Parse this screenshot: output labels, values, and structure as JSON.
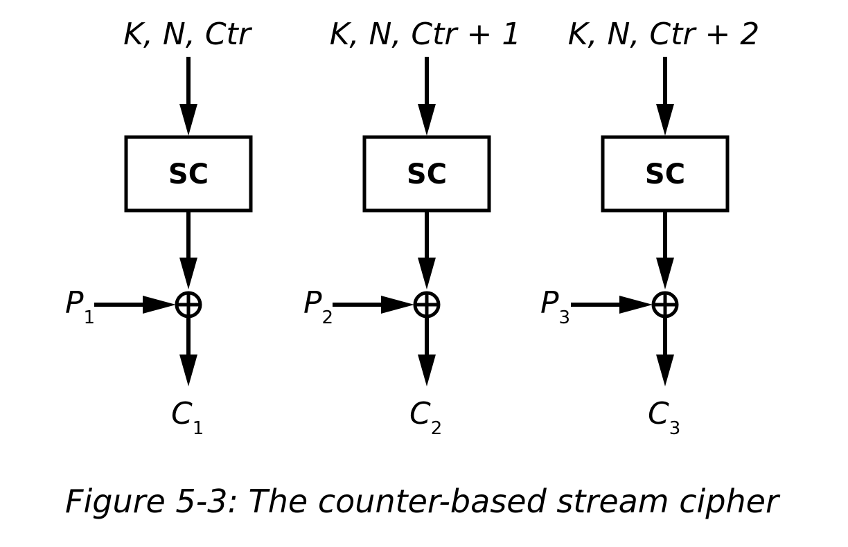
{
  "columns": [
    {
      "input_text": "K, N, Ctr",
      "box_label": "SC",
      "plain": {
        "base": "P",
        "sub": "1"
      },
      "cipher": {
        "base": "C",
        "sub": "1"
      }
    },
    {
      "input_text": "K, N, Ctr + 1",
      "box_label": "SC",
      "plain": {
        "base": "P",
        "sub": "2"
      },
      "cipher": {
        "base": "C",
        "sub": "2"
      }
    },
    {
      "input_text": "K, N, Ctr + 2",
      "box_label": "SC",
      "plain": {
        "base": "P",
        "sub": "3"
      },
      "cipher": {
        "base": "C",
        "sub": "3"
      }
    }
  ],
  "caption": "Figure 5-3: The counter-based stream cipher"
}
